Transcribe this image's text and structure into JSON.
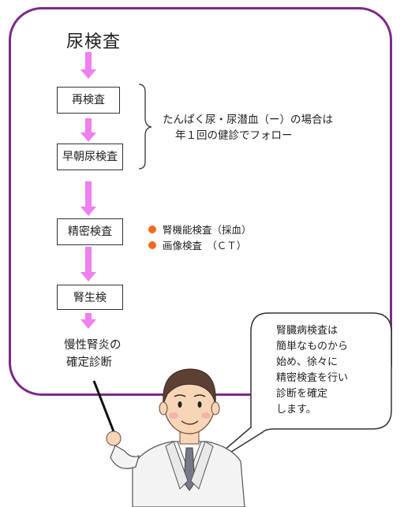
{
  "title": "尿検査",
  "steps": [
    "再検査",
    "早朝尿検査",
    "精密検査",
    "腎生検"
  ],
  "brace_note": [
    "たんぱく尿・尿潜血（ー）の場合は",
    "年１回の健診でフォロー"
  ],
  "detail_items": [
    "腎機能検査（採血）",
    "画像検査　（ＣＴ）"
  ],
  "final_label": [
    "慢性腎炎の",
    "確定診断"
  ],
  "speech_bubble": [
    "腎臓病検査は",
    "簡単なものから",
    "始め、徐々に",
    "精密検査を行い",
    "診断を確定",
    "します。"
  ],
  "colors": {
    "frame": "#7b2b86",
    "arrow": "#ef80ef",
    "bullet": "#ee6a1c"
  }
}
